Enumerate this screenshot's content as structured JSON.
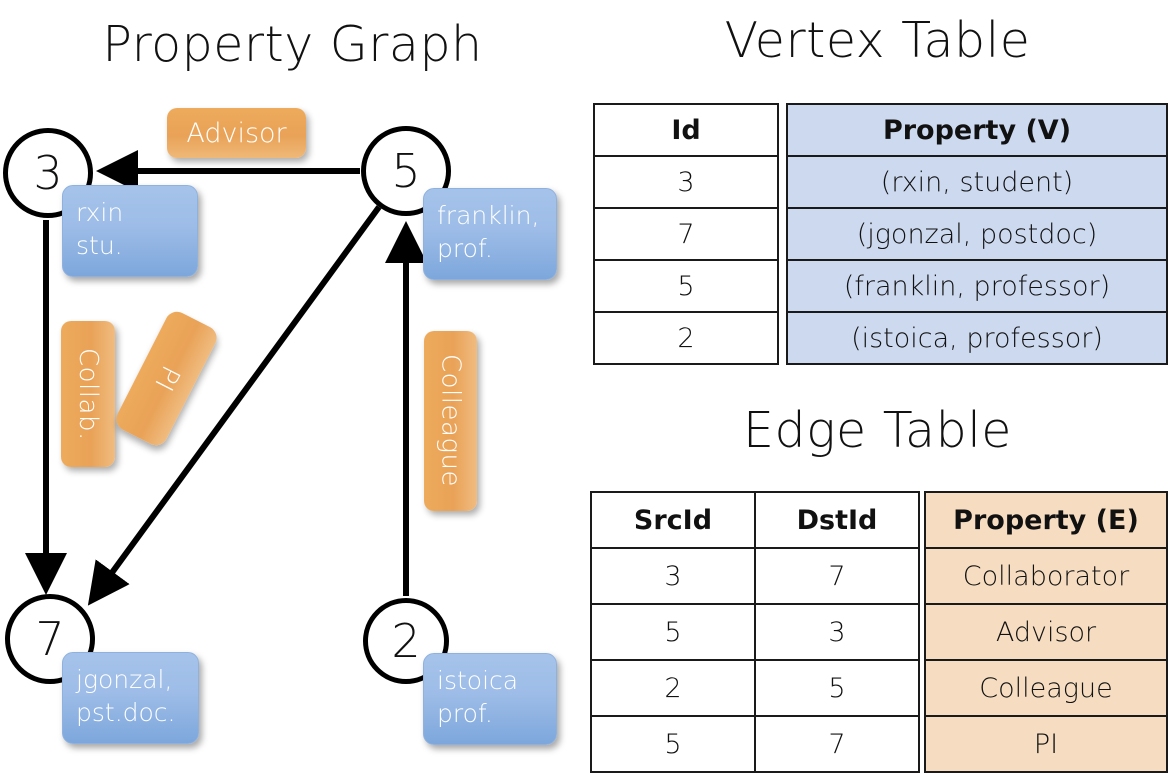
{
  "titles": {
    "property_graph": "Property Graph",
    "vertex_table": "Vertex Table",
    "edge_table": "Edge Table"
  },
  "graph": {
    "nodes": [
      {
        "id": "3",
        "label": "3",
        "property_line1": "rxin",
        "property_line2": "stu."
      },
      {
        "id": "5",
        "label": "5",
        "property_line1": "franklin,",
        "property_line2": "prof."
      },
      {
        "id": "7",
        "label": "7",
        "property_line1": "jgonzal,",
        "property_line2": "pst.doc."
      },
      {
        "id": "2",
        "label": "2",
        "property_line1": "istoica",
        "property_line2": "prof."
      }
    ],
    "edge_labels": [
      {
        "name": "advisor",
        "text": "Advisor",
        "orientation": "horizontal"
      },
      {
        "name": "collab",
        "text": "Collab.",
        "orientation": "vertical"
      },
      {
        "name": "pi",
        "text": "PI",
        "orientation": "vertical-rotated"
      },
      {
        "name": "colleague",
        "text": "Colleague",
        "orientation": "vertical"
      }
    ],
    "edges": [
      {
        "src": "5",
        "dst": "3",
        "label": "Advisor"
      },
      {
        "src": "3",
        "dst": "7",
        "label": "Collab."
      },
      {
        "src": "5",
        "dst": "7",
        "label": "PI"
      },
      {
        "src": "2",
        "dst": "5",
        "label": "Colleague"
      }
    ]
  },
  "vertex_table": {
    "columns": [
      "Id",
      "Property (V)"
    ],
    "rows": [
      {
        "id": "3",
        "property": "(rxin, student)"
      },
      {
        "id": "7",
        "property": "(jgonzal, postdoc)"
      },
      {
        "id": "5",
        "property": "(franklin, professor)"
      },
      {
        "id": "2",
        "property": "(istoica, professor)"
      }
    ]
  },
  "edge_table": {
    "columns": [
      "SrcId",
      "DstId",
      "Property (E)"
    ],
    "rows": [
      {
        "src": "3",
        "dst": "7",
        "property": "Collaborator"
      },
      {
        "src": "5",
        "dst": "3",
        "property": "Advisor"
      },
      {
        "src": "2",
        "dst": "5",
        "property": "Colleague"
      },
      {
        "src": "5",
        "dst": "7",
        "property": "PI"
      }
    ]
  },
  "colors": {
    "vertex_property_fill": "#ccd9ef",
    "edge_property_fill": "#f6ddc1",
    "node_box_blue": "#9dbce7",
    "edge_label_orange": "#e9a257",
    "background": "#ffffff",
    "stroke": "#000000"
  }
}
